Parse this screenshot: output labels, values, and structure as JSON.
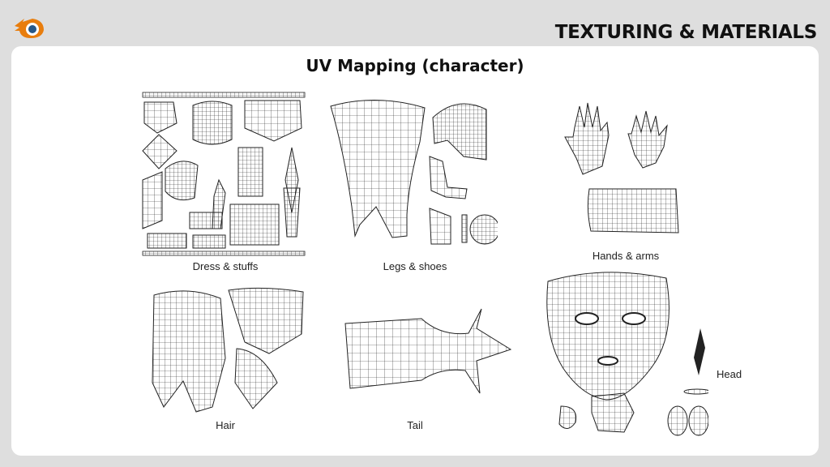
{
  "header": {
    "title": "TEXTURING & MATERIALS",
    "logo_icon": "blender-logo"
  },
  "slide": {
    "title": "UV Mapping (character)",
    "panels": [
      {
        "caption": "Dress & stuffs"
      },
      {
        "caption": "Legs & shoes"
      },
      {
        "caption": "Hands & arms"
      },
      {
        "caption": "Hair"
      },
      {
        "caption": "Tail"
      },
      {
        "caption": "Head"
      }
    ]
  },
  "colors": {
    "background": "#dedede",
    "card": "#ffffff",
    "logo_orange": "#e87d0d",
    "logo_blue": "#265787",
    "wire": "#222222"
  }
}
